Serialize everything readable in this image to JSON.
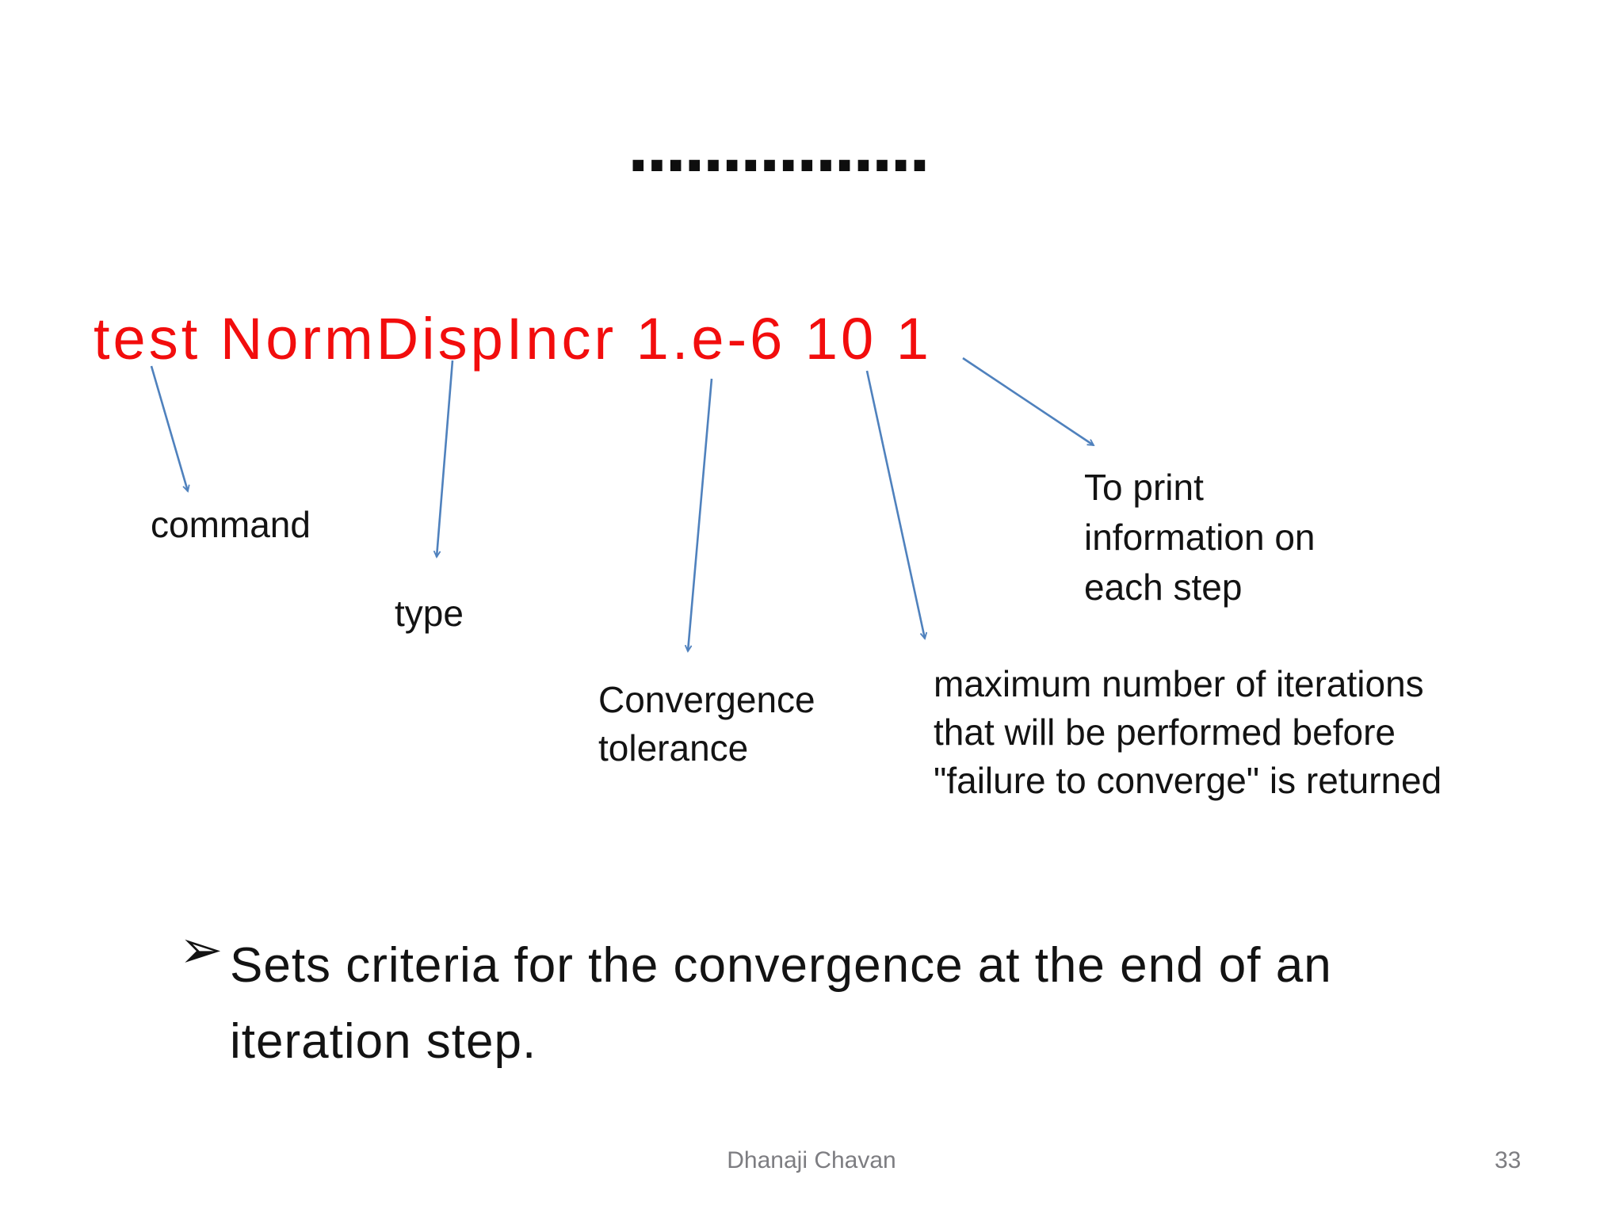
{
  "slide": {
    "title_dots": "................",
    "command_line": "test NormDispIncr 1.e-6 10 1",
    "labels": {
      "command": "command",
      "type": "type",
      "tolerance_lines": [
        "Convergence",
        "tolerance"
      ],
      "max_iterations_lines": [
        "maximum number of iterations",
        "that will be performed before",
        "\"failure to converge\" is returned"
      ],
      "print_info_lines": [
        "To print",
        "information on",
        "each step"
      ]
    },
    "bullet": {
      "glyph": "➢",
      "text_line1": "Sets criteria for the convergence at the end of an",
      "text_line2": "iteration step."
    },
    "footer": {
      "author": "Dhanaji Chavan",
      "page_number": "33"
    },
    "colors": {
      "command_text": "#f20d0d",
      "arrow_blue": "#4f81bd",
      "body_text": "#131313",
      "footer_gray": "#7d7d81",
      "dots": "#0e0e0e"
    }
  }
}
